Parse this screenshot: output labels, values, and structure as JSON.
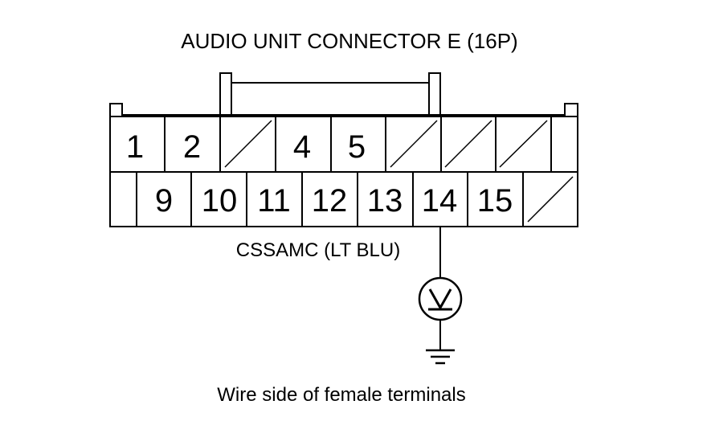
{
  "title": "AUDIO UNIT CONNECTOR E (16P)",
  "wire_label": "CSSAMC (LT BLU)",
  "caption": "Wire side of female terminals",
  "row1": [
    {
      "pin": "1",
      "empty": false
    },
    {
      "pin": "2",
      "empty": false
    },
    {
      "pin": "",
      "empty": true
    },
    {
      "pin": "4",
      "empty": false
    },
    {
      "pin": "5",
      "empty": false
    },
    {
      "pin": "",
      "empty": true
    },
    {
      "pin": "",
      "empty": true
    },
    {
      "pin": "",
      "empty": true
    }
  ],
  "row2": [
    {
      "pin": "9",
      "empty": false
    },
    {
      "pin": "10",
      "empty": false
    },
    {
      "pin": "11",
      "empty": false
    },
    {
      "pin": "12",
      "empty": false
    },
    {
      "pin": "13",
      "empty": false
    },
    {
      "pin": "14",
      "empty": false
    },
    {
      "pin": "15",
      "empty": false
    },
    {
      "pin": "",
      "empty": true
    }
  ],
  "meter_symbol": "V"
}
